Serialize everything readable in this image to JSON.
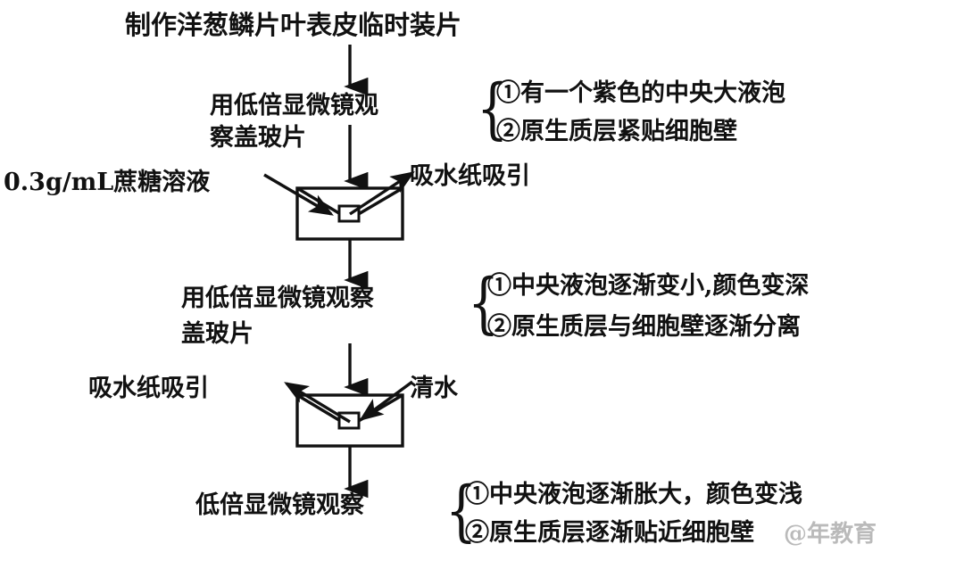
{
  "diagram": {
    "title": "制作洋葱鳞片叶表皮临时装片",
    "steps": [
      {
        "id": "step-observe-1",
        "lines": [
          "用低倍显微镜观",
          "察盖玻片"
        ]
      },
      {
        "id": "step-observe-2",
        "lines": [
          "用低倍显微镜观察",
          "盖玻片"
        ]
      },
      {
        "id": "step-observe-3",
        "lines": [
          "低倍显微镜观察"
        ]
      }
    ],
    "observations": [
      {
        "id": "observation-group-1",
        "lines": [
          "①有一个紫色的中央大液泡",
          "②原生质层紧贴细胞壁"
        ]
      },
      {
        "id": "observation-group-2",
        "lines": [
          "①中央液泡逐渐变小,颜色变深",
          "②原生质层与细胞壁逐渐分离"
        ]
      },
      {
        "id": "observation-group-3",
        "lines": [
          "①中央液泡逐渐胀大，颜色变浅",
          "②原生质层逐渐贴近细胞壁"
        ]
      }
    ],
    "slide_labels": {
      "sucrose": "0.3g/mL蔗糖溶液",
      "blot_right": "吸水纸吸引",
      "blot_left": "吸水纸吸引",
      "water": "清水"
    },
    "watermark": "@年教育",
    "colors": {
      "ink": "#111111",
      "background": "#ffffff",
      "watermark": "#828282"
    }
  }
}
